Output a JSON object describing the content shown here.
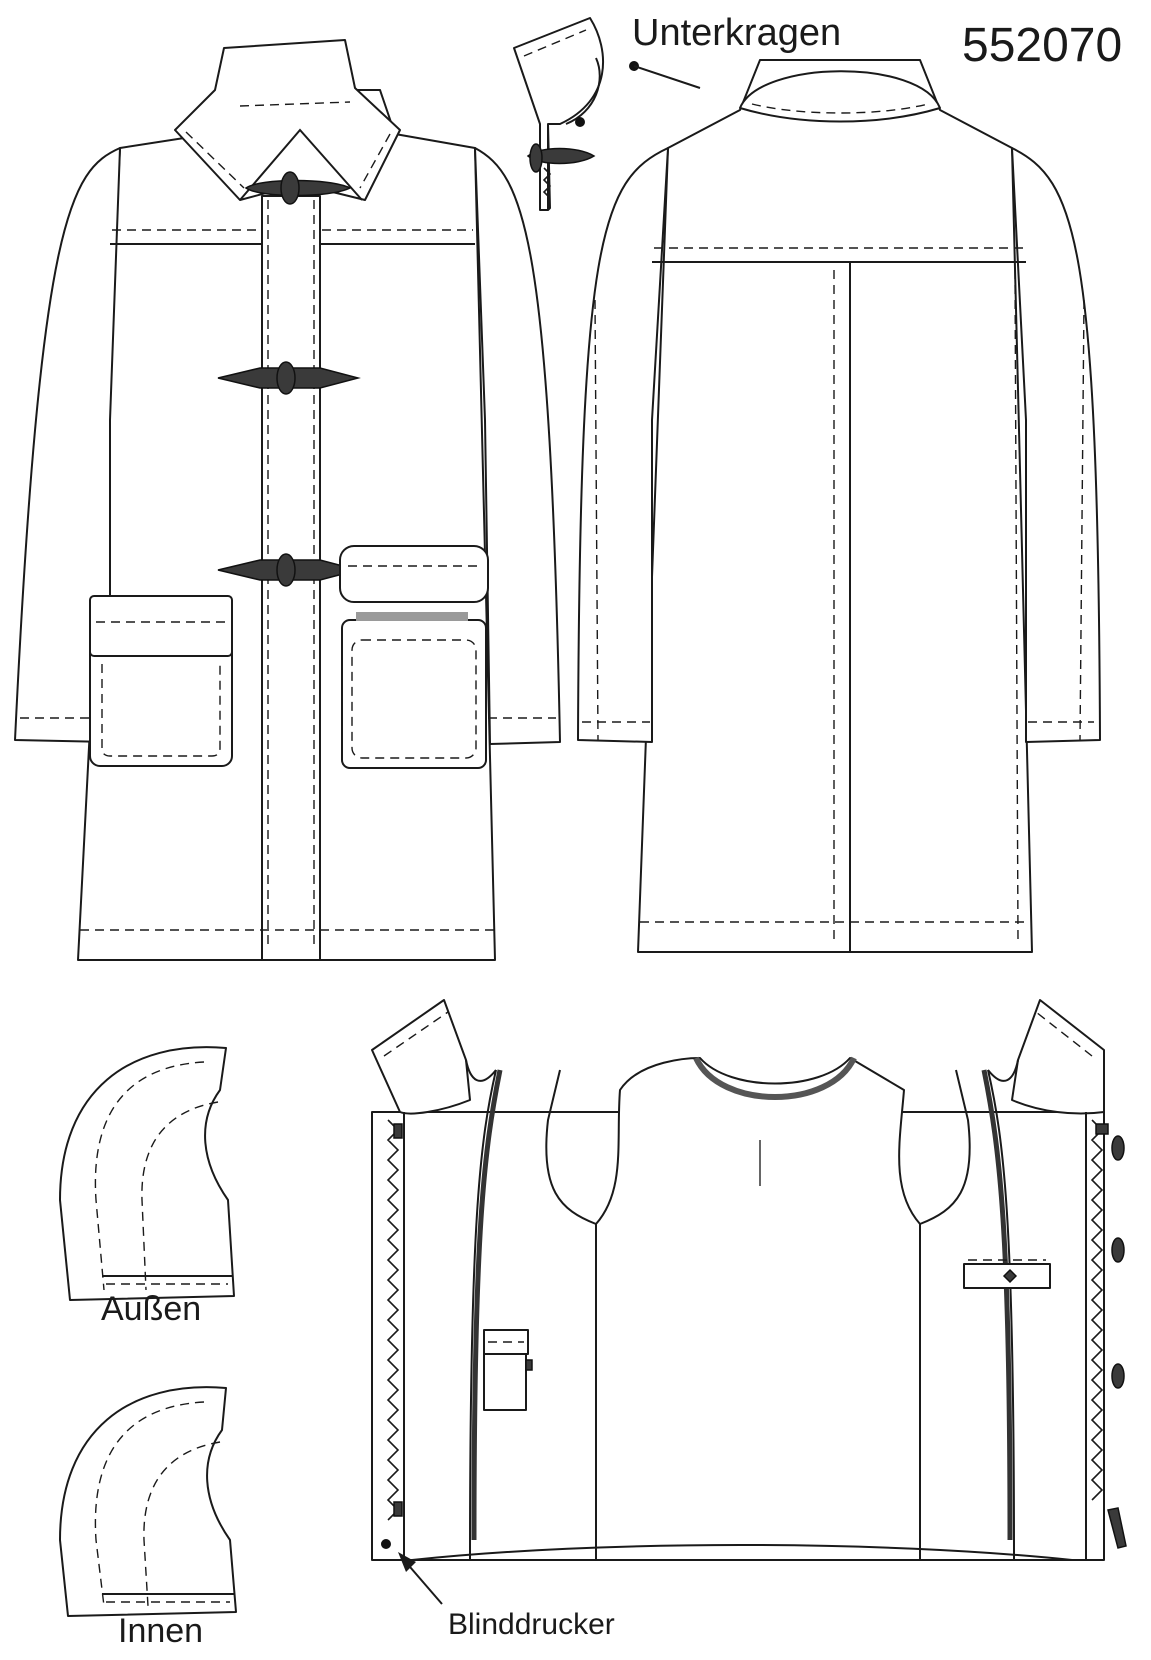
{
  "pattern_number": "552070",
  "labels": {
    "undercollar": "Unterkragen",
    "outer": "Außen",
    "inner": "Innen",
    "blind_snap": "Blinddrucker"
  }
}
